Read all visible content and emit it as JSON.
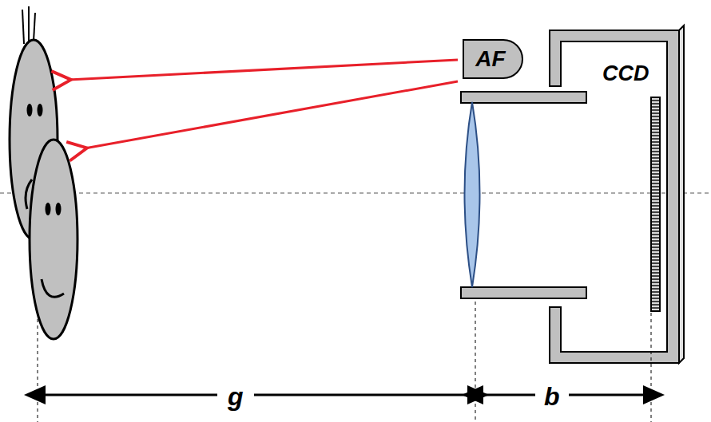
{
  "diagram": {
    "nodes": [
      {
        "text": [
          "AF"
        ]
      }
    ],
    "labels": [
      "CCD",
      "g",
      "b"
    ]
  }
}
